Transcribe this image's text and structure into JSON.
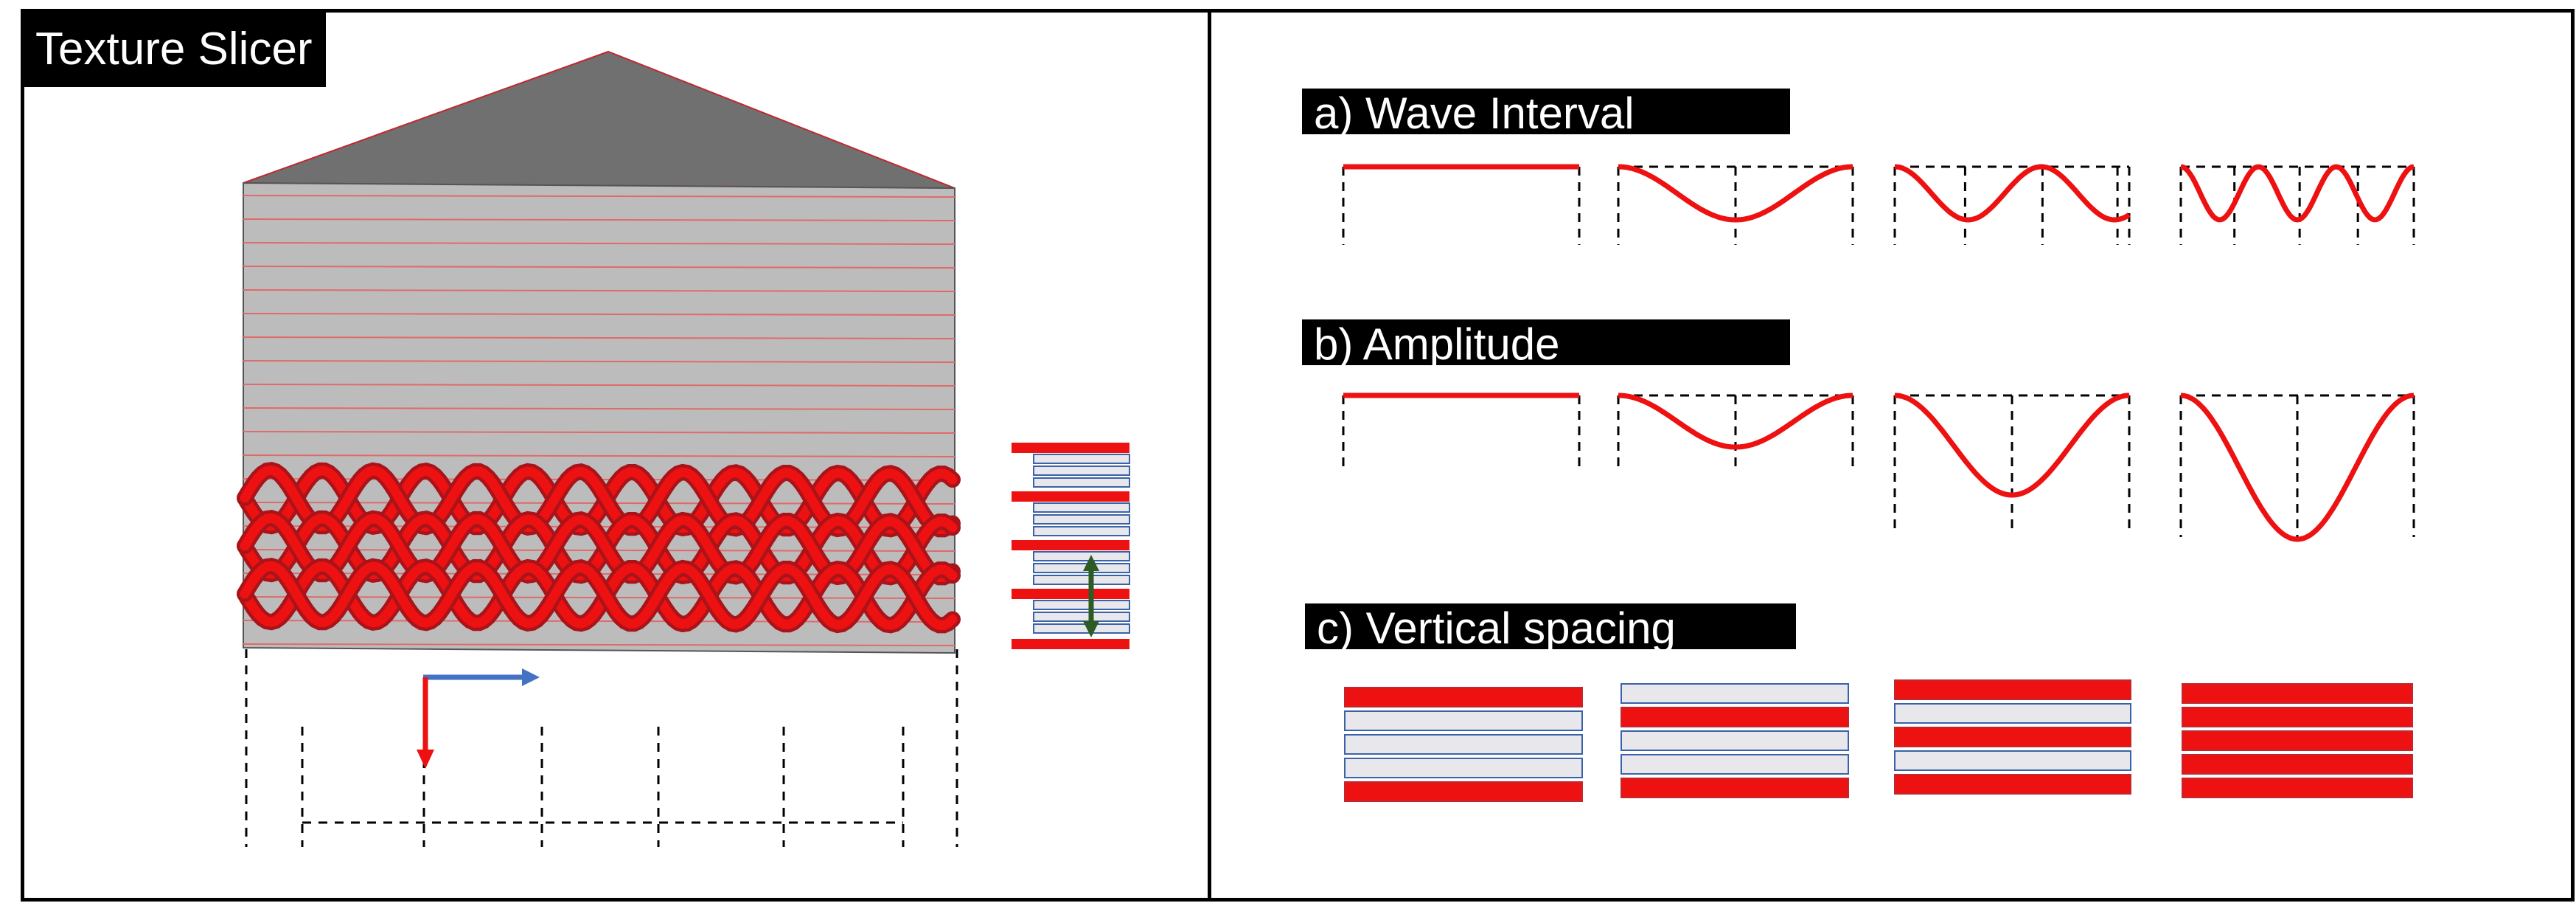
{
  "title": "Texture Slicer",
  "sections": {
    "a": {
      "label": "a) Wave Interval",
      "wave_counts": [
        0,
        1,
        2,
        3
      ]
    },
    "b": {
      "label": "b) Amplitude",
      "amplitude_levels": [
        0,
        1,
        2,
        3
      ]
    },
    "c": {
      "label": "c) Vertical spacing",
      "red_layer_every": [
        4,
        3,
        2,
        1
      ]
    }
  },
  "colors": {
    "accent_red": "#ee1111",
    "wall_gray": "#bdbcbc",
    "roof_gray": "#707070",
    "layer_fill": "#e8e8ec",
    "layer_border": "#3a62a8",
    "arrow_blue": "#4472c4",
    "arrow_green": "#2e5a23"
  }
}
